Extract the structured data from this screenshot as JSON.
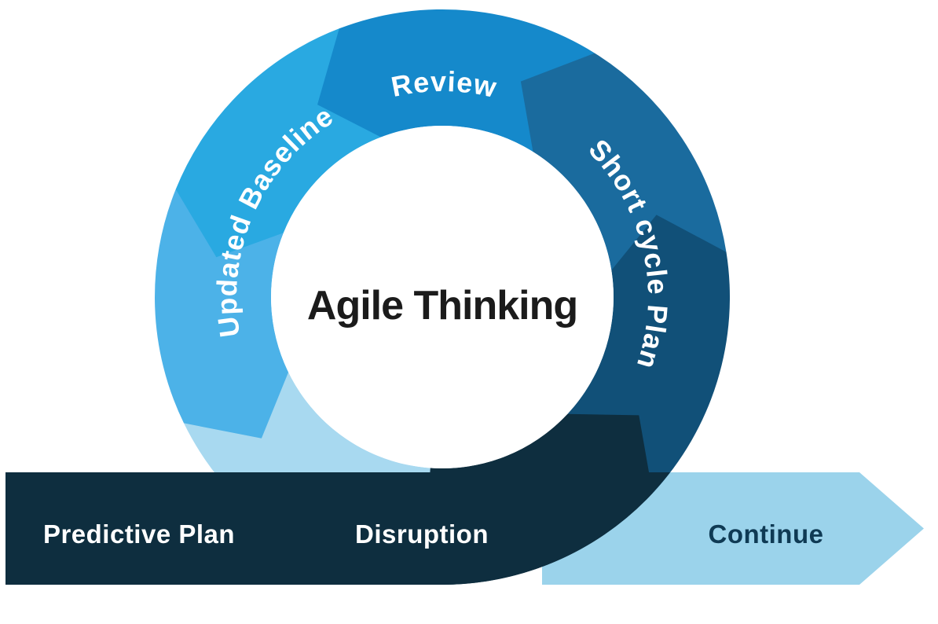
{
  "diagram": {
    "center_title": "Agile Thinking",
    "center_title_color": "#1B1B1B",
    "ring_label_color": "#FFFFFF",
    "band_label_color": "#FFFFFF",
    "labels": {
      "review": "Review",
      "short_cycle_plan": "Short cycle Plan",
      "updated_baseline": "Updated Baseline",
      "predictive_plan": "Predictive Plan",
      "disruption": "Disruption",
      "continue": "Continue"
    },
    "ring_segments": [
      {
        "id": "tail-lightest",
        "label": "",
        "color": "#A8D9F0",
        "from": -116,
        "to": -184
      },
      {
        "id": "baseline-light",
        "label": "",
        "color": "#4CB2E8",
        "from": -68,
        "to": -116
      },
      {
        "id": "updated-baseline",
        "label": "Updated Baseline",
        "color": "#29A9E1",
        "from": -21,
        "to": -68
      },
      {
        "id": "review",
        "label": "Review",
        "color": "#1589CB",
        "from": 32,
        "to": -21
      },
      {
        "id": "short-cycle-upper",
        "label": "Short cycle Plan",
        "color": "#1A6B9E",
        "from": 81,
        "to": 32
      },
      {
        "id": "short-cycle-lower",
        "label": "",
        "color": "#115078",
        "from": 133,
        "to": 81
      },
      {
        "id": "navy-curl",
        "label": "",
        "color": "#0E2E3F",
        "from": 184,
        "to": 133
      }
    ],
    "band": {
      "color": "#0E2E3F",
      "labels": [
        "Predictive Plan",
        "Disruption"
      ]
    },
    "continue_arrow": {
      "color": "#9BD3EB",
      "label": "Continue",
      "label_color": "#0F3A54"
    }
  }
}
